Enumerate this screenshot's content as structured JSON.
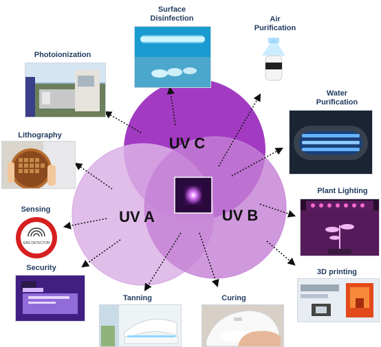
{
  "circles": {
    "uvc": {
      "label": "UV C",
      "color": "#a23bc2"
    },
    "uva": {
      "label": "UV A",
      "color": "#dcb1e6"
    },
    "uvb": {
      "label": "UV B",
      "color": "#c47fd4"
    }
  },
  "applications": {
    "surface_disinfection": {
      "line1": "Surface",
      "line2": "Disinfection"
    },
    "air_purification": {
      "line1": "Air",
      "line2": "Purification"
    },
    "photoionization": {
      "line1": "Photoionization"
    },
    "water_purification": {
      "line1": "Water",
      "line2": "Purification"
    },
    "lithography": {
      "line1": "Lithography"
    },
    "plant_lighting": {
      "line1": "Plant Lighting"
    },
    "sensing": {
      "line1": "Sensing"
    },
    "security": {
      "line1": "Security"
    },
    "printing_3d": {
      "line1": "3D printing"
    },
    "tanning": {
      "line1": "Tanning"
    },
    "curing": {
      "line1": "Curing"
    }
  },
  "photo_text": {
    "sensing_badge": "GAS DETECTOR"
  },
  "colors": {
    "label_text": "#1f3a5f",
    "arrow": "#111111"
  }
}
